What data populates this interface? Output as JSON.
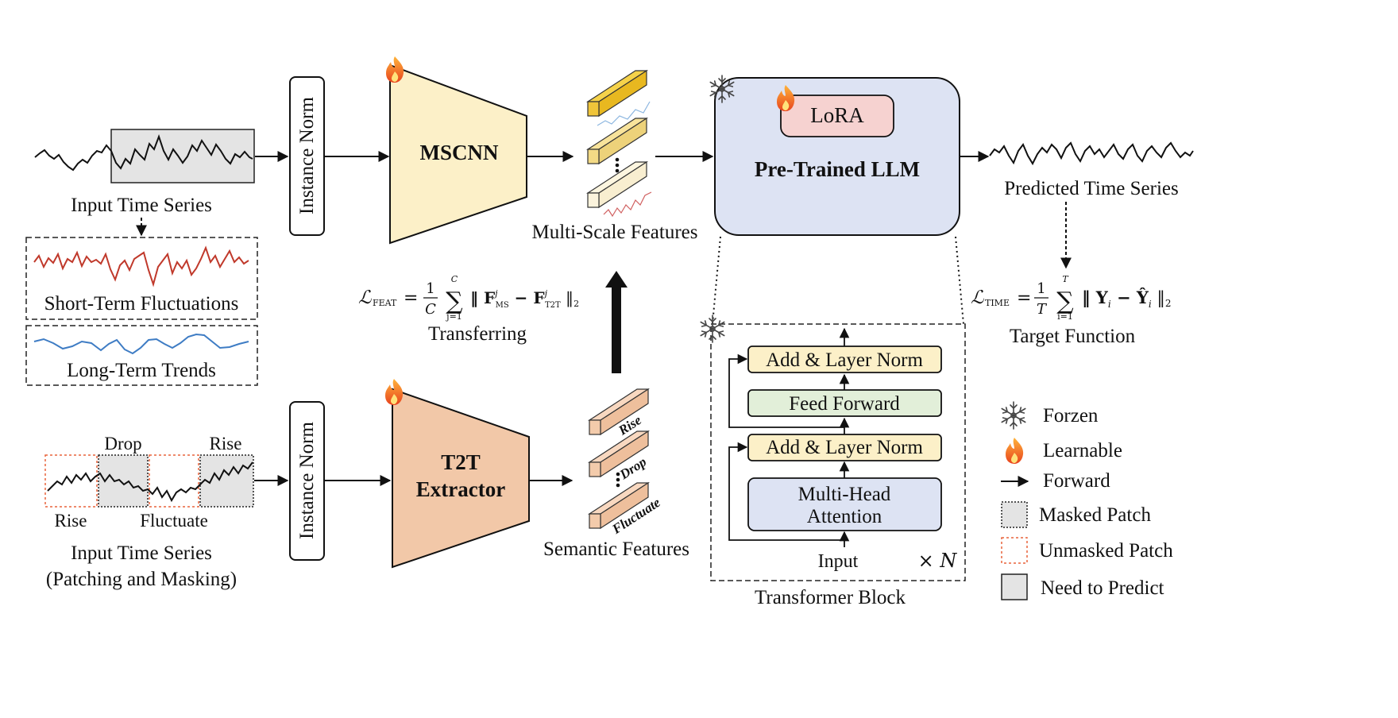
{
  "input": {
    "title": "Input Time Series",
    "short_term": "Short-Term Fluctuations",
    "long_term": "Long-Term Trends"
  },
  "masked_input": {
    "title_line1": "Input Time Series",
    "title_line2": "(Patching and Masking)",
    "drop": "Drop",
    "rise_top": "Rise",
    "rise_bottom": "Rise",
    "fluctuate": "Fluctuate"
  },
  "instance_norm": "Instance Norm",
  "mscnn": "MSCNN",
  "t2t_line1": "T2T",
  "t2t_line2": "Extractor",
  "multi_scale_features": "Multi-Scale Features",
  "semantic_features": {
    "title": "Semantic Features",
    "rise": "Rise",
    "drop": "Drop",
    "fluctuate": "Fluctuate"
  },
  "transferring": "Transferring",
  "loss_feat": {
    "lhs": "ℒ",
    "lhs_sub": "FEAT",
    "num": "1",
    "den": "C",
    "sum_top": "C",
    "sum_bottom": "j=1",
    "body": "‖ F",
    "sup1": "j",
    "sub1": "MS",
    "minus": " − F",
    "sup2": "j",
    "sub2": "T2T",
    "tail": " ‖",
    "norm": "2"
  },
  "llm": {
    "lora": "LoRA",
    "title": "Pre-Trained LLM"
  },
  "predicted": "Predicted Time Series",
  "target_function": "Target Function",
  "loss_time": {
    "lhs": "ℒ",
    "lhs_sub": "TIME",
    "num": "1",
    "den": "T",
    "sum_top": "T",
    "sum_bottom": "i=1",
    "body": "‖ Y",
    "sub1": "i",
    "minus": " − Ŷ",
    "sub2": "i",
    "tail": " ‖",
    "norm": "2"
  },
  "transformer": {
    "add_norm_top": "Add & Layer Norm",
    "feed_forward": "Feed Forward",
    "add_norm_bottom": "Add & Layer Norm",
    "mha_line1": "Multi-Head",
    "mha_line2": "Attention",
    "input": "Input",
    "times_n": "× N",
    "title": "Transformer Block"
  },
  "legend": {
    "frozen": "Forzen",
    "learnable": "Learnable",
    "forward": "Forward",
    "masked": "Masked Patch",
    "unmasked": "Unmasked Patch",
    "need": "Need to Predict"
  },
  "colors": {
    "mscnn_fill": "#fcf0c8",
    "t2t_fill": "#f2c8a8",
    "llm_fill": "#dde3f3",
    "lora_fill": "#f6d2d0",
    "addnorm_fill": "#fcf0c8",
    "ff_fill": "#e2efd9",
    "mha_fill": "#dde3f3",
    "patch_gray": "#e4e4e4",
    "short_term_red": "#c0392b",
    "long_term_blue": "#3e7cc4"
  }
}
